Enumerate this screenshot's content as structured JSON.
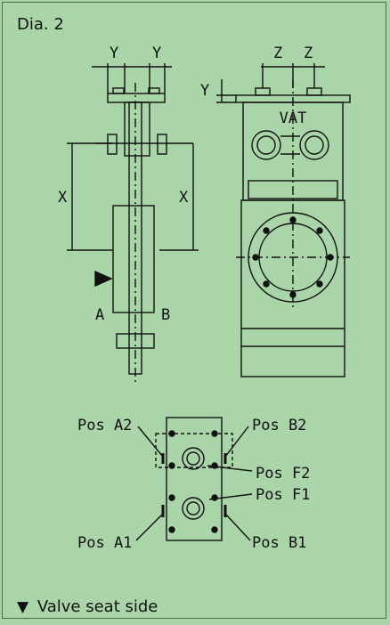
{
  "title": "Dia. 2",
  "dims": {
    "y": "Y",
    "z": "Z",
    "x": "X"
  },
  "sides": {
    "a": "A",
    "b": "B"
  },
  "positions": {
    "a2": "Pos A2",
    "b2": "Pos B2",
    "f2": "Pos F2",
    "f1": "Pos F1",
    "a1": "Pos A1",
    "b1": "Pos B1"
  },
  "logo": "VAT",
  "legend": {
    "symbol": "▼",
    "text": "Valve seat side"
  }
}
